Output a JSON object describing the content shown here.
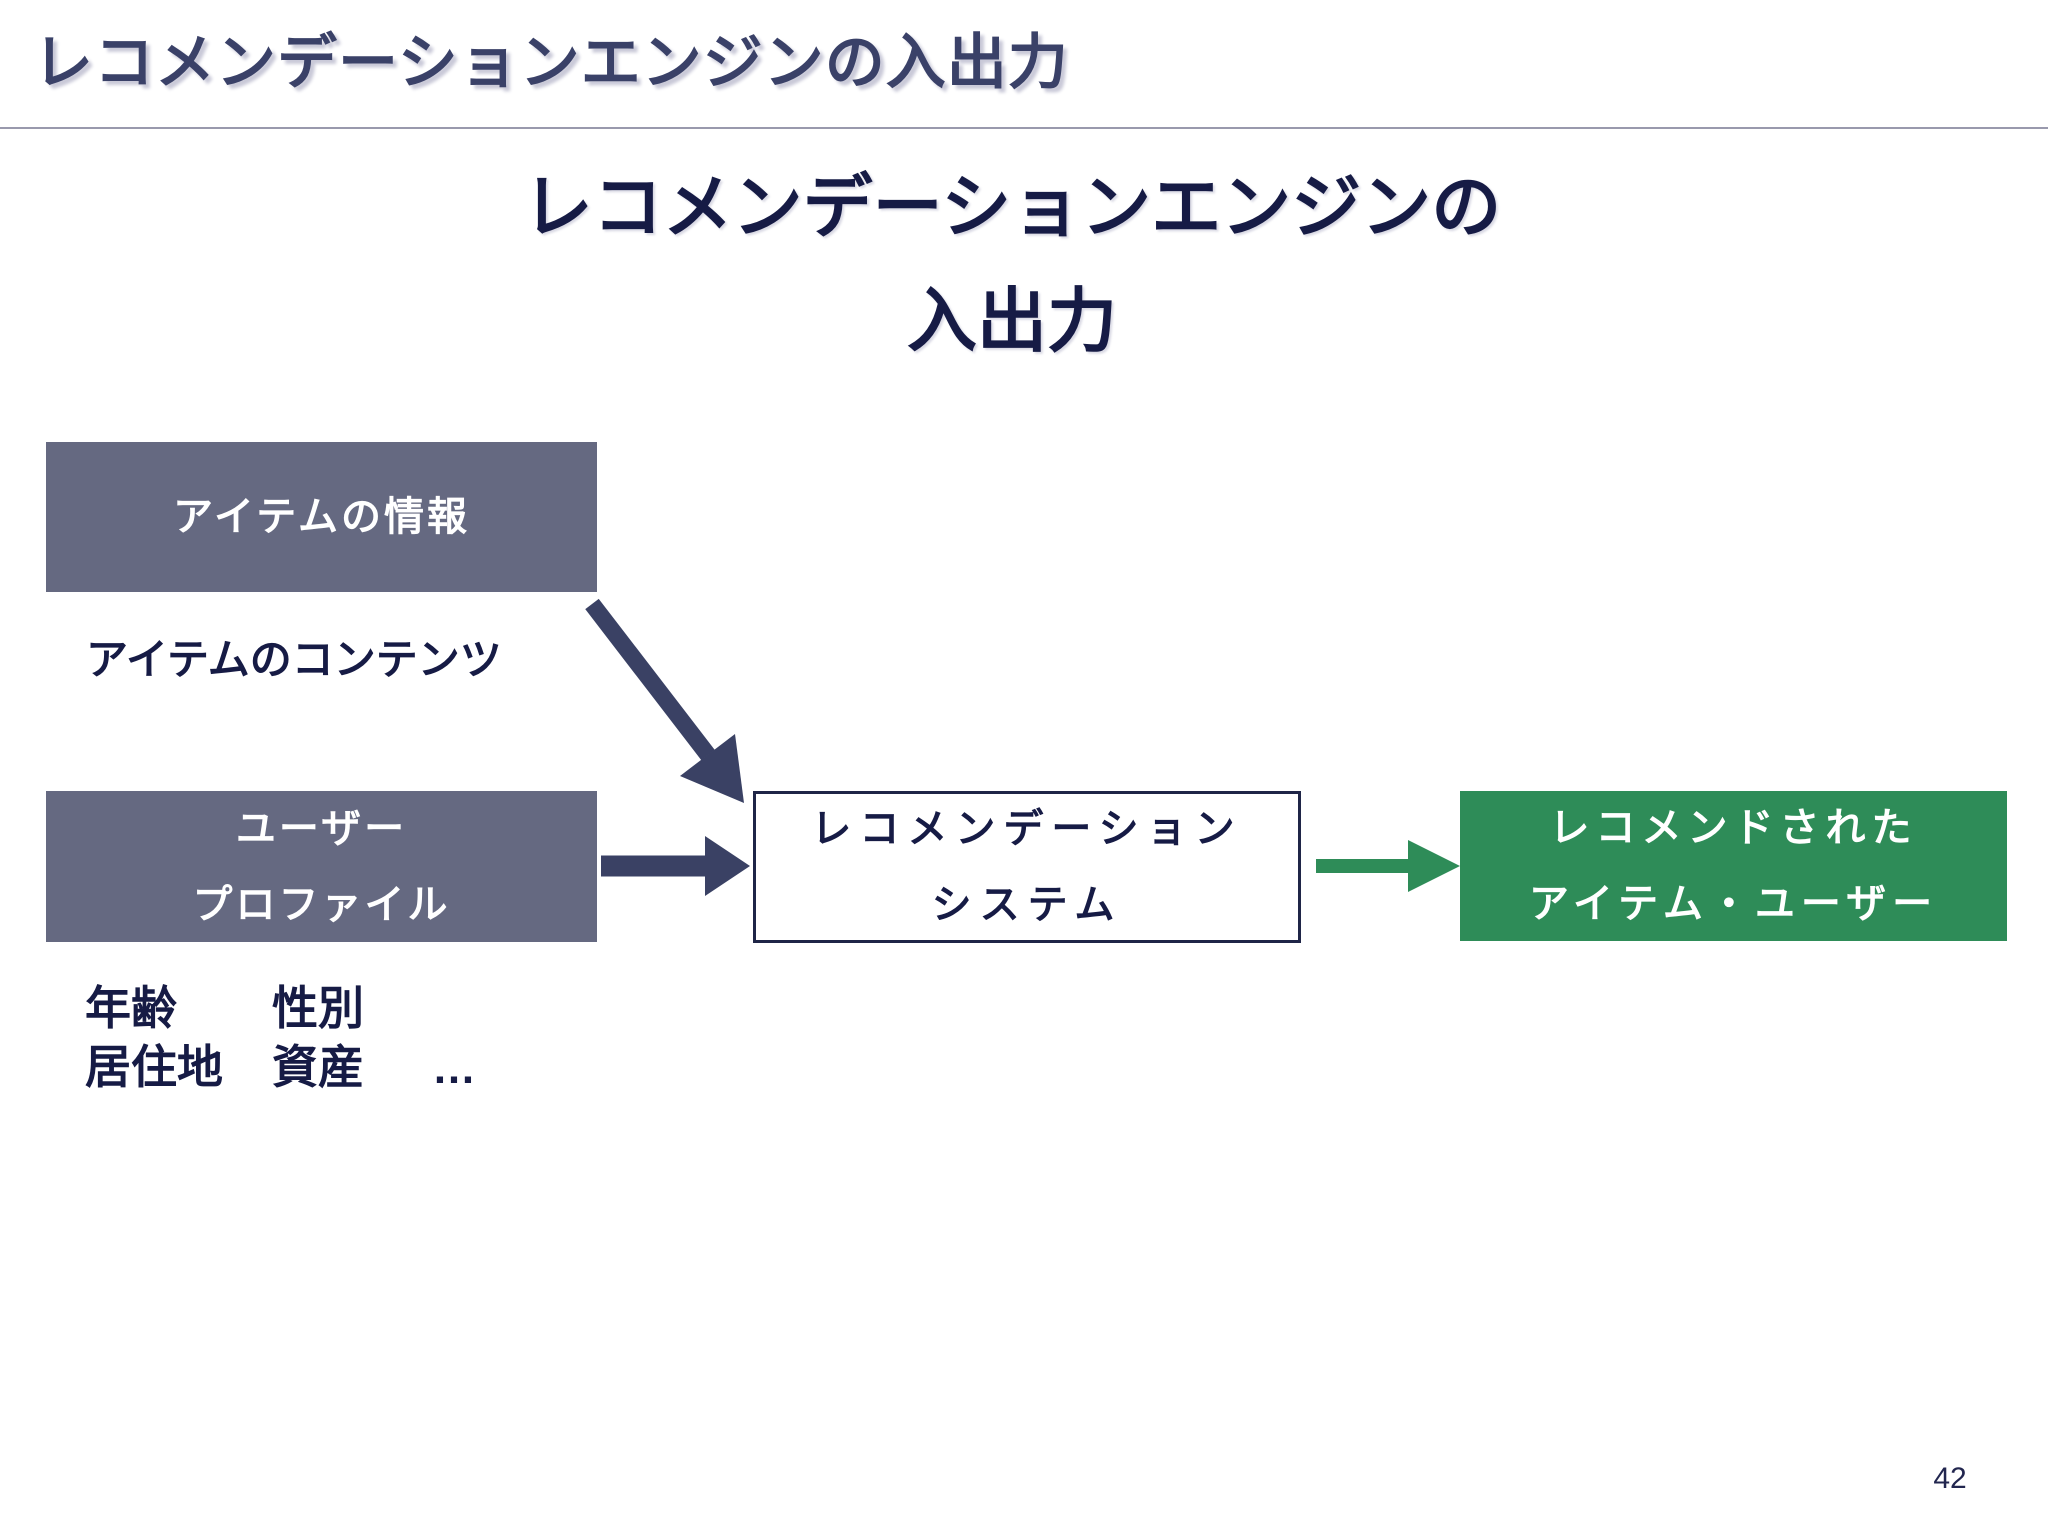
{
  "header": {
    "title": "レコメンデーションエンジンの入出力"
  },
  "main_title": {
    "line1": "レコメンデーションエンジンの",
    "line2": "入出力"
  },
  "diagram": {
    "item_info_box": {
      "label": "アイテムの情報",
      "fill_color": "#656981",
      "text_color": "#ffffff"
    },
    "item_content_caption": "アイテムのコンテンツ",
    "user_profile_box": {
      "line1": "ユーザー",
      "line2": "プロファイル",
      "fill_color": "#656981",
      "text_color": "#ffffff"
    },
    "user_attributes": {
      "row1": [
        "年齢",
        "性別"
      ],
      "row2": [
        "居住地",
        "資産"
      ],
      "ellipsis": "…"
    },
    "recommendation_system_box": {
      "line1": "レコメンデーション",
      "line2": "システム",
      "border_color": "#1f2547",
      "fill_color": "#ffffff",
      "text_color": "#161b45"
    },
    "recommended_output_box": {
      "line1": "レコメンドされた",
      "line2": "アイテム・ユーザー",
      "fill_color": "#2e8c58",
      "text_color": "#ffffff"
    },
    "arrows": {
      "input_color": "#3a4164",
      "output_color": "#2e8c58"
    }
  },
  "page": {
    "number": "42"
  }
}
